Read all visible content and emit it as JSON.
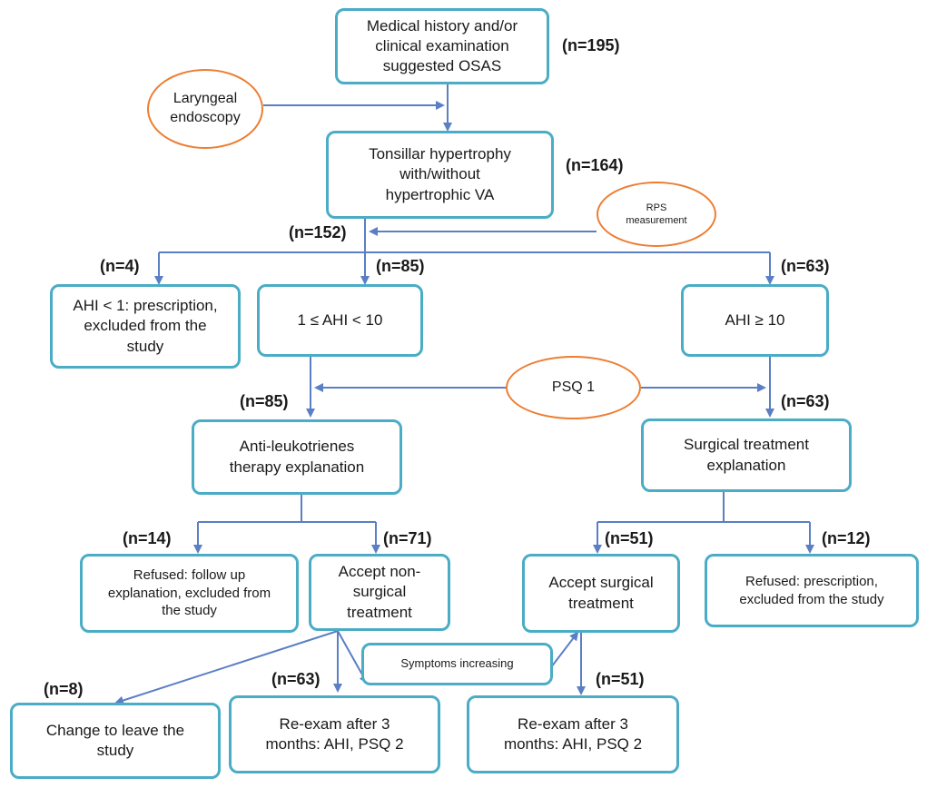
{
  "boxes": {
    "history": "Medical history and/or\nclinical examination\nsuggested OSAS",
    "tonsil": "Tonsillar hypertrophy\nwith/without\nhypertrophic VA",
    "ahi_low": "AHI < 1: prescription,\nexcluded from the\nstudy",
    "ahi_mid": "1 ≤ AHI < 10",
    "ahi_high": "AHI ≥ 10",
    "antileuko": "Anti-leukotrienes\ntherapy explanation",
    "surgical_expl": "Surgical treatment\nexplanation",
    "refused_follow": "Refused: follow up\nexplanation, excluded from\nthe study",
    "accept_nonsurg": "Accept non-surgical\ntreatment",
    "accept_surg": "Accept surgical\ntreatment",
    "refused_presc": "Refused: prescription,\nexcluded from the study",
    "symptoms": "Symptoms increasing",
    "leave": "Change to leave the\nstudy",
    "reexam_left": "Re-exam after 3\nmonths: AHI, PSQ 2",
    "reexam_right": "Re-exam after 3\nmonths: AHI, PSQ 2"
  },
  "ovals": {
    "laryngeal": "Laryngeal\nendoscopy",
    "rps": "RPS\nmeasurement",
    "psq1": "PSQ 1"
  },
  "counts": {
    "n195": "(n=195)",
    "n164": "(n=164)",
    "n152": "(n=152)",
    "n4": "(n=4)",
    "n85_top": "(n=85)",
    "n63_top": "(n=63)",
    "n85_mid": "(n=85)",
    "n63_mid": "(n=63)",
    "n14": "(n=14)",
    "n71": "(n=71)",
    "n51_top": "(n=51)",
    "n12": "(n=12)",
    "n8": "(n=8)",
    "n63_bot": "(n=63)",
    "n51_bot": "(n=51)"
  },
  "colors": {
    "box_border": "#4bacc6",
    "oval_border": "#ed7d31",
    "arrow": "#5b7fc4"
  }
}
